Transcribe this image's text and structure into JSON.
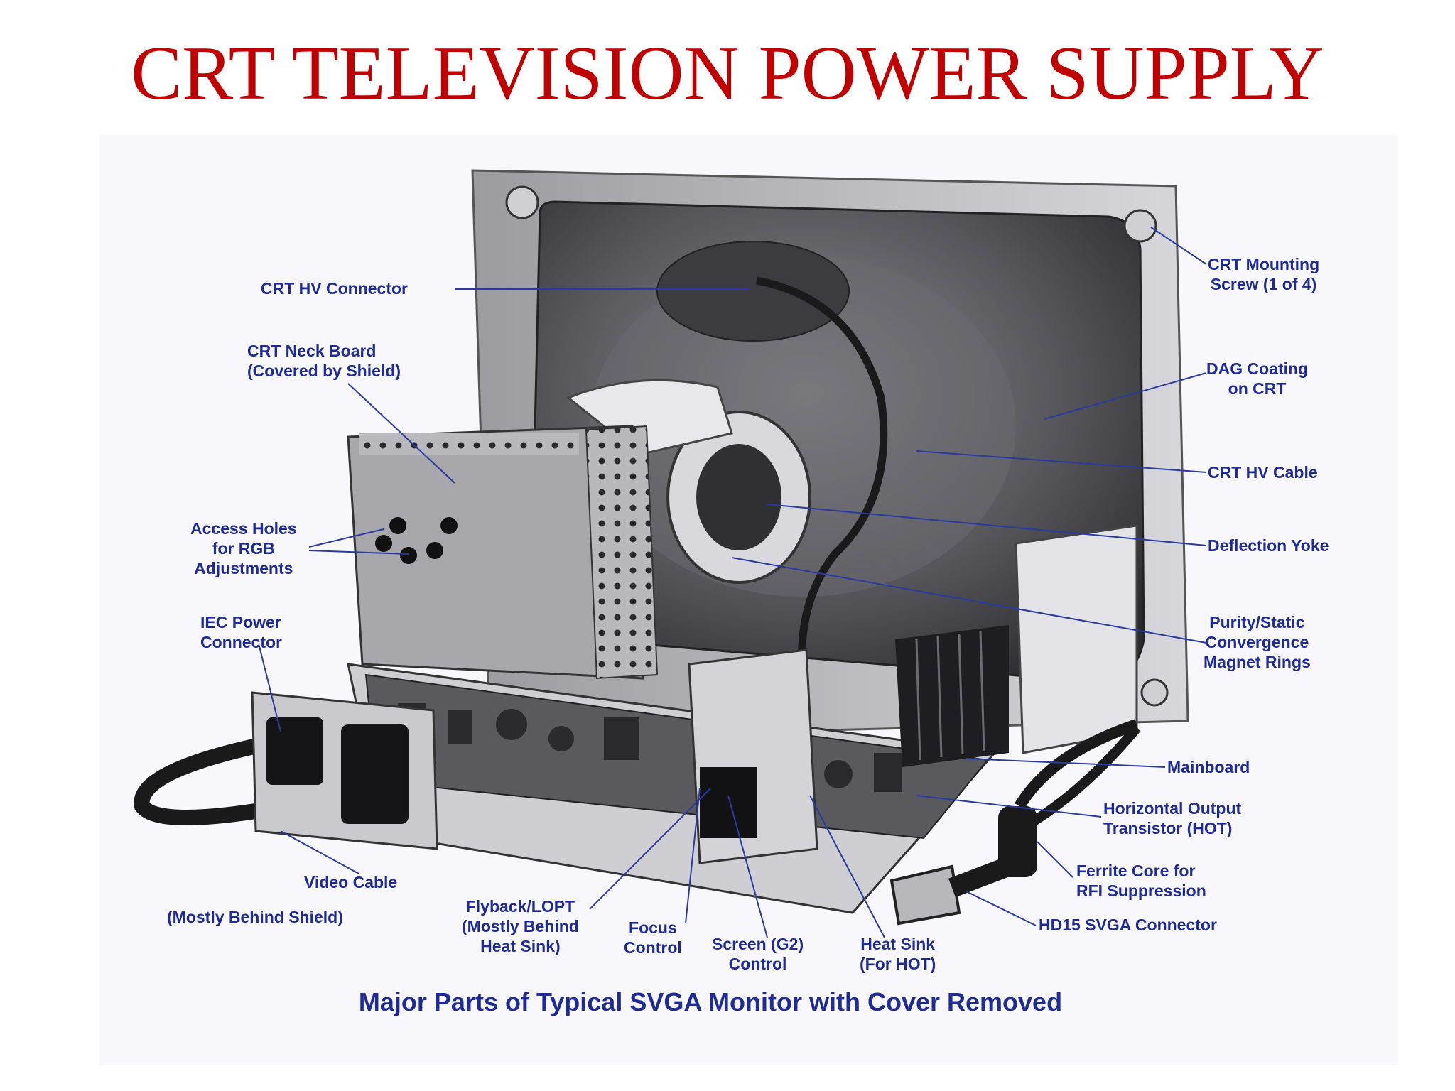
{
  "title": "CRT TELEVISION POWER SUPPLY",
  "caption": "Major Parts of Typical SVGA Monitor with Cover Removed",
  "colors": {
    "title": "#c00000",
    "label": "#1e2a96",
    "leader": "#2a3aa0"
  },
  "labels": {
    "crt_hv_connector": "CRT HV Connector",
    "crt_neck_board": "CRT Neck Board\n(Covered by Shield)",
    "access_holes": "Access Holes\nfor RGB\nAdjustments",
    "iec_power": "IEC Power\nConnector",
    "video_cable": "Video Cable",
    "mostly_behind_shield": "(Mostly Behind Shield)",
    "flyback": "Flyback/LOPT\n(Mostly Behind\nHeat Sink)",
    "focus": "Focus\nControl",
    "screen_g2": "Screen (G2)\nControl",
    "heat_sink": "Heat Sink\n(For HOT)",
    "crt_mounting": "CRT Mounting\nScrew (1 of 4)",
    "dag_coating": "DAG Coating\non CRT",
    "crt_hv_cable": "CRT HV Cable",
    "deflection_yoke": "Deflection Yoke",
    "purity": "Purity/Static\nConvergence\nMagnet Rings",
    "mainboard": "Mainboard",
    "hot": "Horizontal Output\nTransistor (HOT)",
    "ferrite": "Ferrite Core for\nRFI Suppression",
    "hd15": "HD15 SVGA Connector"
  }
}
